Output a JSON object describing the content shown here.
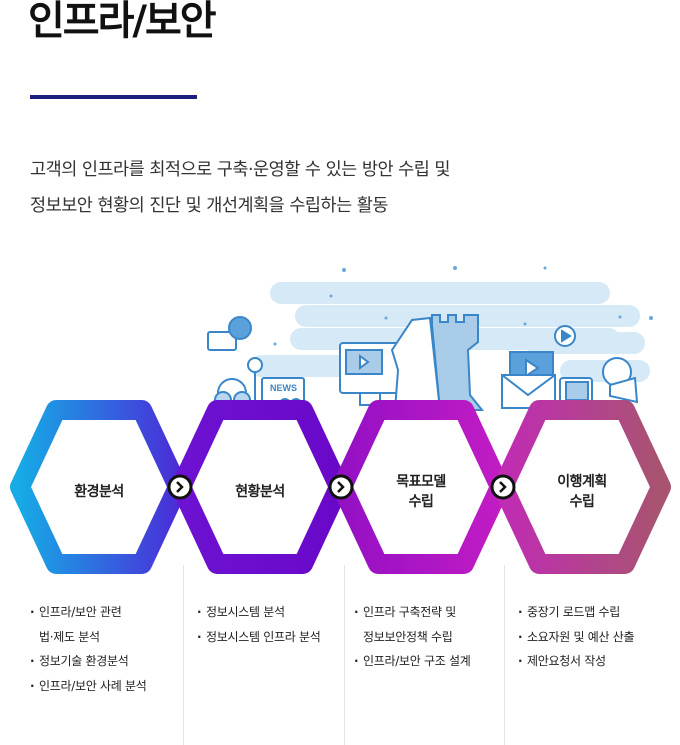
{
  "title": "인프라/보안",
  "description": [
    "고객의 인프라를 최적으로 구축·운영할 수 있는 방안 수립 및",
    "정보보안 현황의 진단 및 개선계획을 수립하는 활동"
  ],
  "illustration": {
    "news_label": "NEWS"
  },
  "steps": [
    {
      "label": "환경분석",
      "colors": [
        "#16aae6",
        "#4a2dd8"
      ],
      "items": [
        [
          "인프라/보안 관련",
          "법·제도 분석"
        ],
        [
          "정보기술 환경분석"
        ],
        [
          "인프라/보안  사례 분석"
        ]
      ]
    },
    {
      "label": "현황분석",
      "colors": [
        "#6d12d2",
        "#6a08c8"
      ],
      "items": [
        [
          "정보시스템  분석"
        ],
        [
          "정보시스템 인프라 분석"
        ]
      ]
    },
    {
      "label": "목표모델\n수립",
      "label_lines": [
        "목표모델",
        "수립"
      ],
      "colors": [
        "#9410c4",
        "#c21cc4"
      ],
      "items": [
        [
          "인프라 구축전략 및",
          "정보보안정책 수립"
        ],
        [
          "인프라/보안 구조 설계"
        ]
      ]
    },
    {
      "label": "이행계획\n수립",
      "label_lines": [
        "이행계획",
        "수립"
      ],
      "colors": [
        "#c02cb4",
        "#a85470"
      ],
      "items": [
        [
          "중장기 로드맵 수립"
        ],
        [
          "소요자원 및 예산 산출"
        ],
        [
          "제안요청서 작성"
        ]
      ]
    }
  ],
  "arrow_icon": "chevron-right-circle-icon"
}
